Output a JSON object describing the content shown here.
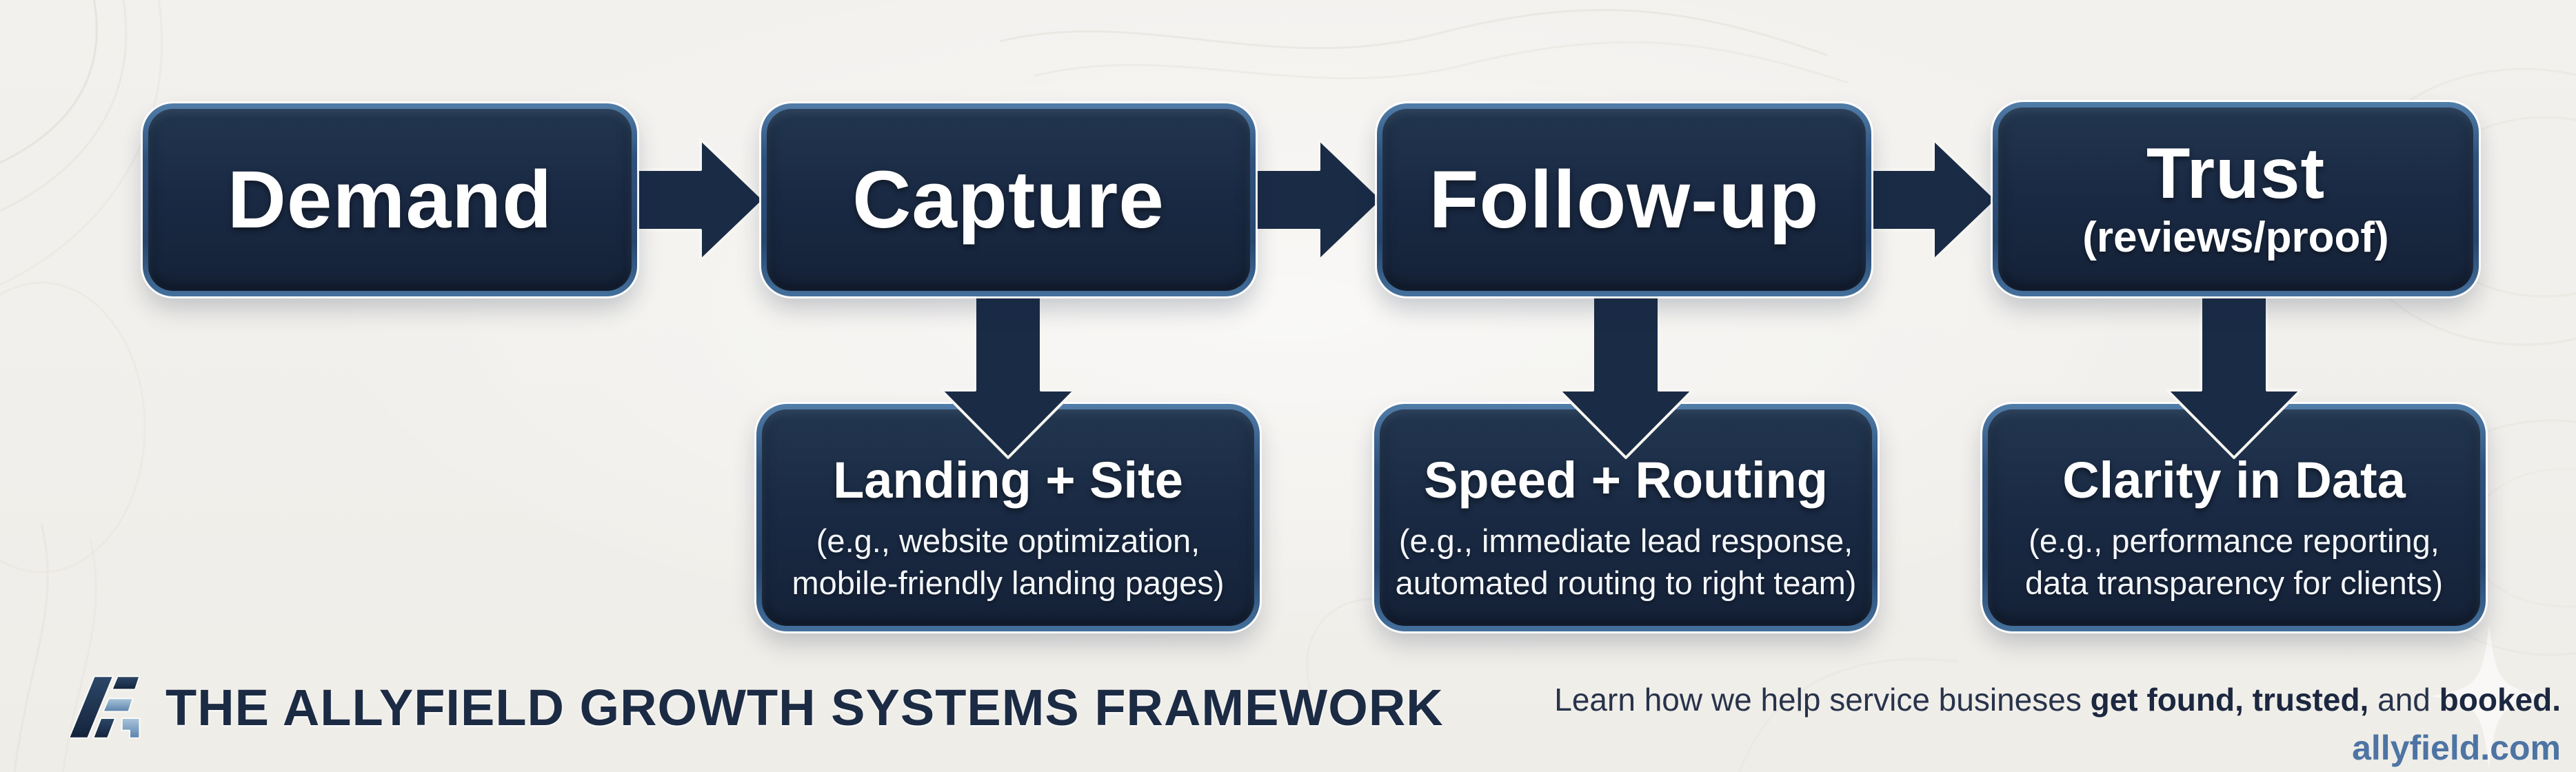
{
  "colors": {
    "background": "#f2f0ec",
    "box_fill_dark": "#1a2a44",
    "box_border_blue": "#3b6391",
    "arrow_navy": "#1a2b46",
    "outline_white": "#f7f6f2",
    "title_navy": "#1c2b44",
    "link_blue": "#4d74a3"
  },
  "flow": {
    "stages": [
      {
        "label": "Demand"
      },
      {
        "label": "Capture"
      },
      {
        "label": "Follow-up"
      },
      {
        "label": "Trust",
        "sublabel": "(reviews/proof)"
      }
    ],
    "details": [
      {
        "title": "Landing + Site",
        "desc_line1": "(e.g., website optimization,",
        "desc_line2": "mobile-friendly landing pages)"
      },
      {
        "title": "Speed + Routing",
        "desc_line1": "(e.g., immediate lead response,",
        "desc_line2": "automated routing to right team)"
      },
      {
        "title": "Clarity in Data",
        "desc_line1": "(e.g., performance reporting,",
        "desc_line2": "data transparency for clients)"
      }
    ]
  },
  "footer": {
    "logo_name": "allyfield-af-monogram",
    "title": "THE ALLYFIELD GROWTH SYSTEMS FRAMEWORK",
    "tagline_prefix": "Learn how we help service busineses ",
    "tagline_bold1": "get found, trusted,",
    "tagline_mid": " and ",
    "tagline_bold2": "booked.",
    "website": "allyfield.com"
  }
}
